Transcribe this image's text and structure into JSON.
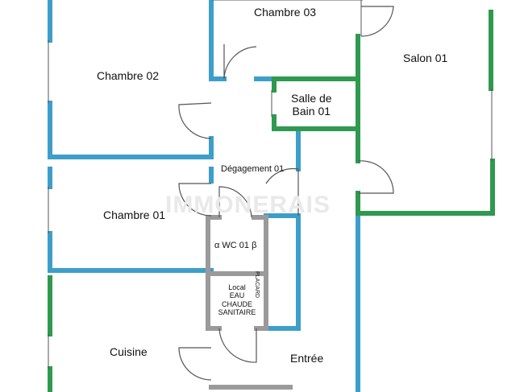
{
  "colors": {
    "blue_wall": "#3d9fc9",
    "green_wall": "#2f9a4f",
    "grey_wall": "#9a9a9a",
    "door_line": "#555555",
    "background": "#ffffff",
    "text": "#111111"
  },
  "rooms": {
    "chambre_03": "Chambre 03",
    "salon_01": "Salon 01",
    "chambre_02": "Chambre 02",
    "salle_de_bain_line1": "Salle de",
    "salle_de_bain_line2": "Bain 01",
    "degagement_01": "Dégagement 01",
    "chambre_01": "Chambre 01",
    "wc_01": "α  WC 01 β",
    "placard": "PLACARD",
    "local_line1": "Local",
    "local_line2": "EAU",
    "local_line3": "CHAUDE",
    "local_line4": "SANITAIRE",
    "cuisine": "Cuisine",
    "entree": "Entrée"
  },
  "watermark": "IMMONERAIS"
}
